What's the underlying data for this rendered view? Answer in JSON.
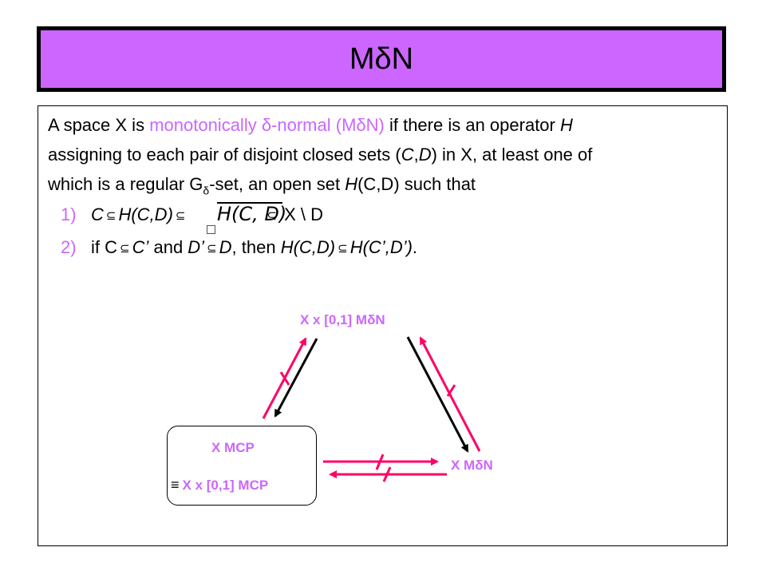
{
  "title": {
    "m": "M",
    "delta": "δ",
    "n": "N"
  },
  "definition": {
    "line1_a": "A space X is ",
    "line1_term": "monotonically δ-normal (MδN)",
    "line1_b": " if there is an operator ",
    "line1_H": "H",
    "line2": "assigning to each pair of disjoint closed sets (",
    "line2_C": "C",
    "line2_comma": ",",
    "line2_D": "D",
    "line2_rest": ") in X, at least one of",
    "line3_a": "which is a regular G",
    "line3_sub": "δ",
    "line3_b": "-set, an open set ",
    "line3_H": "H",
    "line3_args": "(C,D)",
    "line3_c": " such that"
  },
  "conditions": [
    {
      "num": "1)",
      "c": "C",
      "hcd": "H(C,D)",
      "handwritten": "H(C, D)",
      "rest": "X \\ D"
    },
    {
      "num": "2)",
      "a": "if C",
      "b": "C’",
      "and": " and ",
      "d1": "D’",
      "d2": "D",
      "then": ", then ",
      "h1": "H(C,D)",
      "h2": "H(C’,D’)",
      "end": "."
    }
  ],
  "diagram": {
    "top_label": "X x [0,1] MδN",
    "left_label_1": "X MCP",
    "left_equiv": "≡",
    "left_label_2": "X x [0,1] MCP",
    "right_label": "X MδN",
    "colors": {
      "accent": "#cc66ff",
      "arrow_pink": "#ff0066",
      "arrow_black": "#000000"
    }
  },
  "colors": {
    "title_bg": "#cc66ff",
    "text": "#000000"
  },
  "icons": {
    "subset": "⊆"
  }
}
